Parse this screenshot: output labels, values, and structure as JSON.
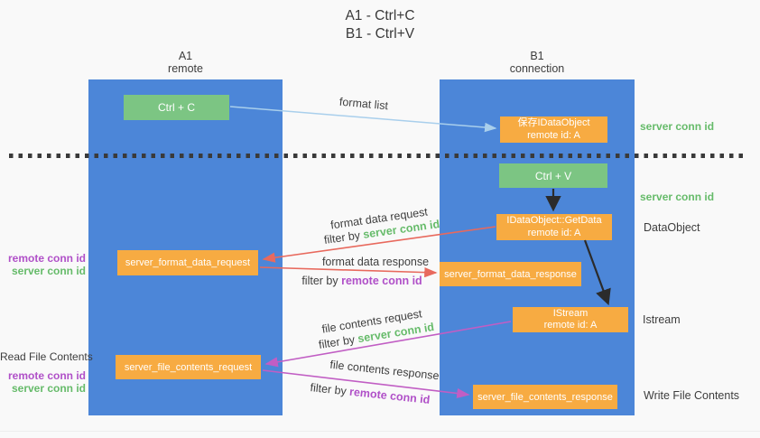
{
  "title": {
    "line1": "A1 - Ctrl+C",
    "line2": "B1 - Ctrl+V"
  },
  "lanes": {
    "a1": {
      "name": "A1",
      "subtitle": "remote"
    },
    "b1": {
      "name": "B1",
      "subtitle": "connection"
    }
  },
  "boxes": {
    "ctrl_c": {
      "label": "Ctrl + C"
    },
    "ctrl_v": {
      "label": "Ctrl + V"
    },
    "save_idataobject": {
      "line1": "保存IDataObject",
      "line2": "remote id: A"
    },
    "getdata": {
      "line1": "IDataObject::GetData",
      "line2": "remote id: A"
    },
    "istream": {
      "line1": "IStream",
      "line2": "remote id: A"
    },
    "format_request": {
      "label": "server_format_data_request"
    },
    "format_response": {
      "label": "server_format_data_response"
    },
    "file_request": {
      "label": "server_file_contents_request"
    },
    "file_response": {
      "label": "server_file_contents_response"
    }
  },
  "arrow_labels": {
    "format_list": "format list",
    "format_data_request": "format data request",
    "format_data_response": "format data response",
    "file_contents_request": "file contents request",
    "file_contents_response": "file contents response",
    "filter_by": "filter by ",
    "server_conn_id": "server conn id",
    "remote_conn_id": "remote conn id"
  },
  "side_labels": {
    "right_server_conn_id_top": "server conn id",
    "right_server_conn_id_mid": "server conn id",
    "dataobject": "DataObject",
    "istream": "Istream",
    "write_file_contents": "Write File Contents",
    "read_file_contents": "Read File Contents",
    "left_remote_conn_id_top": "remote conn id",
    "left_server_conn_id_top": "server conn id",
    "left_remote_conn_id_bottom": "remote conn id",
    "left_server_conn_id_bottom": "server conn id"
  },
  "colors": {
    "background": "#f9f9f9",
    "lane_blue": "#4c86d8",
    "box_green": "#7cc583",
    "box_orange": "#f7ab42",
    "arrow_light_blue": "#a9cfec",
    "arrow_red": "#e8695d",
    "arrow_magenta": "#c15ec4",
    "arrow_black": "#2b2b2b",
    "text_green": "#66bb6a",
    "text_purple": "#b050c8",
    "text_dark": "#3d3d3d"
  }
}
